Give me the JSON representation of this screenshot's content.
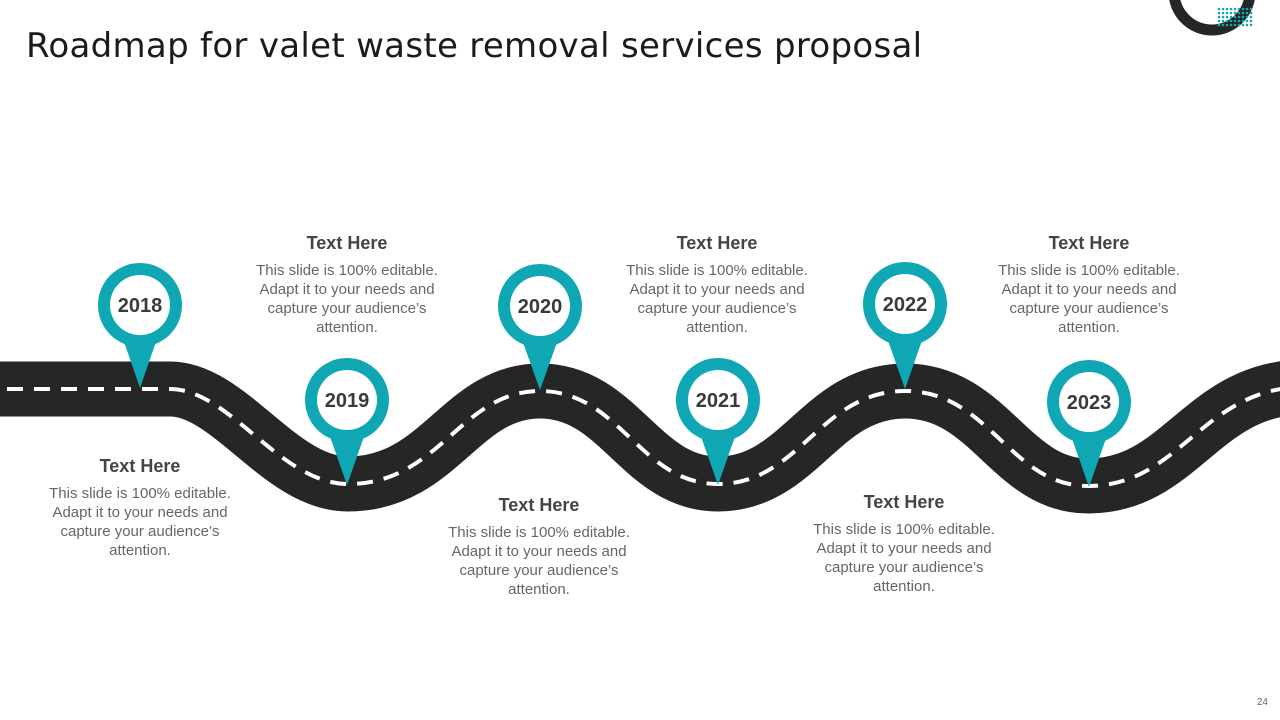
{
  "title": "Roadmap for valet waste removal services proposal",
  "page_number": "24",
  "colors": {
    "accent": "#0fa7b4",
    "road": "#262626",
    "road_dash": "#ffffff",
    "title": "#1b1b1b",
    "body_text": "#666666"
  },
  "milestones": [
    {
      "year": "2018",
      "heading": "Text Here",
      "body": "This slide is 100% editable. Adapt it to your needs and capture your audience’s attention."
    },
    {
      "year": "2019",
      "heading": "Text Here",
      "body": "This slide is 100% editable. Adapt it to your needs and capture your audience’s attention."
    },
    {
      "year": "2020",
      "heading": "Text Here",
      "body": "This slide is 100% editable. Adapt it to your needs and capture your audience’s attention."
    },
    {
      "year": "2021",
      "heading": "Text Here",
      "body": "This slide is 100% editable. Adapt it to your needs and capture your audience’s attention."
    },
    {
      "year": "2022",
      "heading": "Text Here",
      "body": "This slide is 100% editable. Adapt it to your needs and capture your audience’s attention."
    },
    {
      "year": "2023",
      "heading": "Text Here",
      "body": "This slide is 100% editable. Adapt it to your needs and capture your audience’s attention."
    }
  ],
  "icons": [
    "map-pin-icon",
    "corner-ring-decoration",
    "dot-grid-decoration"
  ]
}
